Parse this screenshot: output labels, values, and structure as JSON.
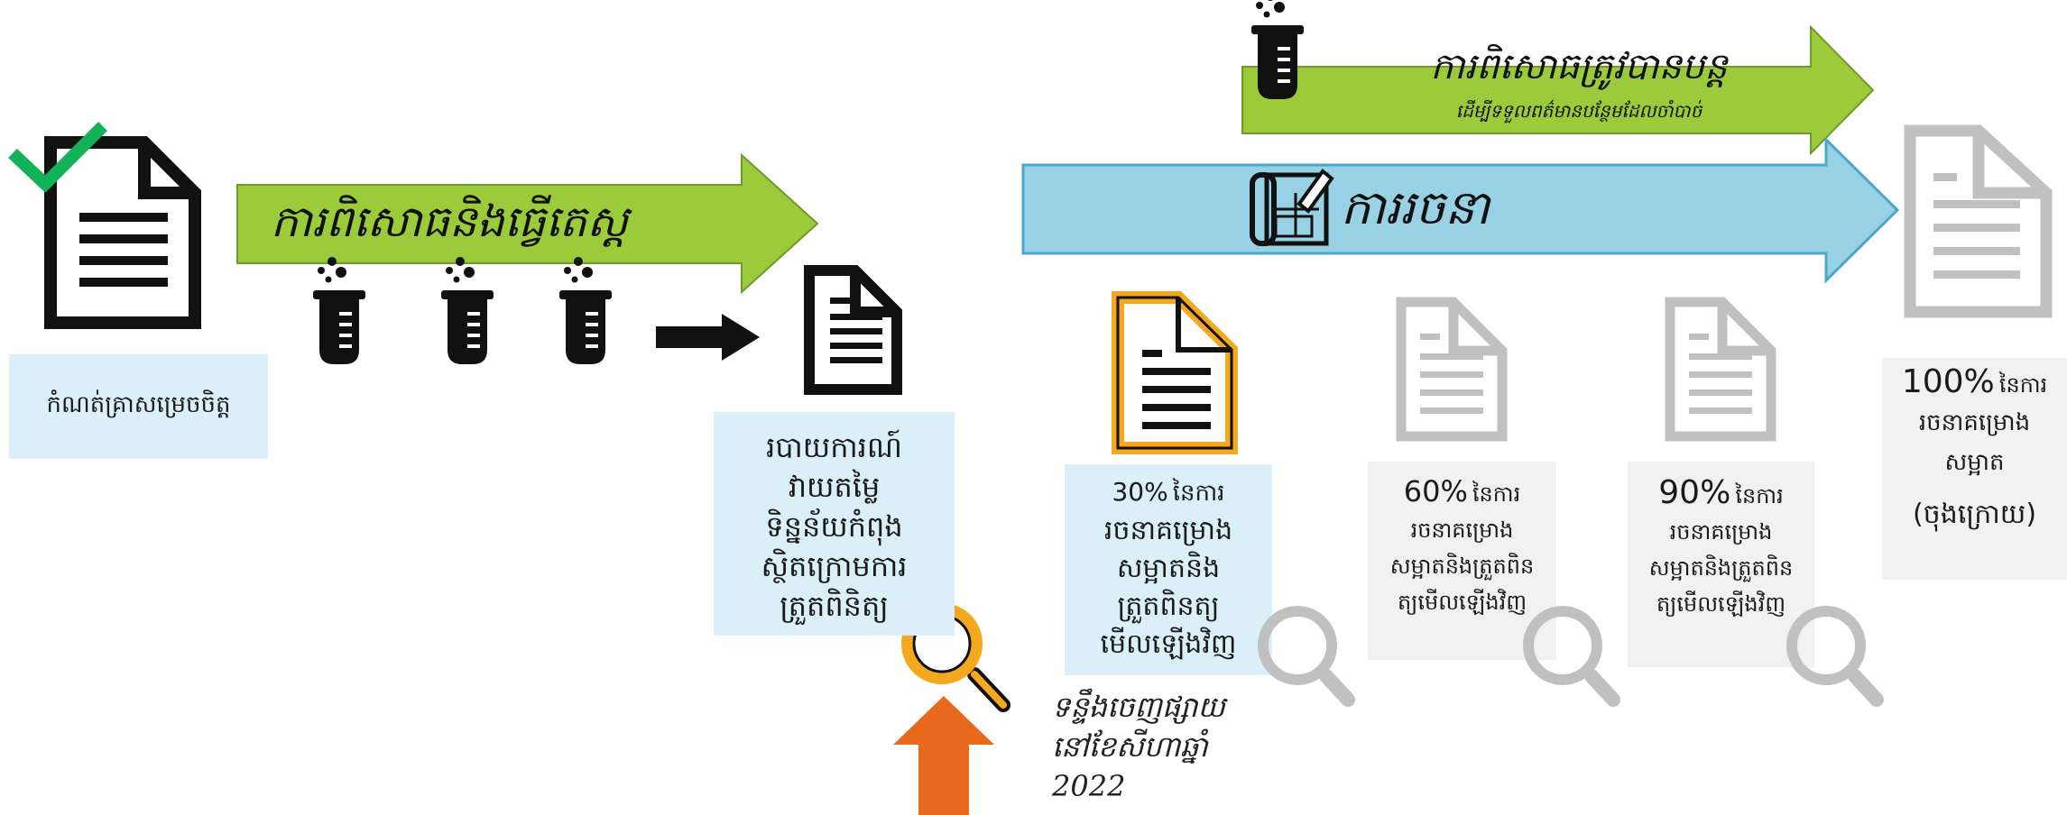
{
  "colors": {
    "arrow_green": "#9bcb3b",
    "arrow_green_edge": "#6f9a2a",
    "arrow_blue": "#97d1e3",
    "arrow_blue_edge": "#4aa7c8",
    "box_blue": "#dbeff9",
    "box_gray": "#f1f1f1",
    "check_green": "#12b358",
    "highlight_gold": "#f4a81d",
    "up_arrow_orange": "#e8681c",
    "inactive_gray": "#c0c0c0"
  },
  "icons": [
    "document-check-icon",
    "beaker-icon",
    "right-arrow-icon",
    "document-icon",
    "magnifier-icon",
    "blueprint-pencil-icon",
    "up-arrow-icon"
  ],
  "stage1": {
    "caption": "កំណត់គ្រាសម្រេចចិត្ត"
  },
  "arrow_testing": {
    "title": "ការពិសោធនិងធ្វើតេស្ត"
  },
  "stage2": {
    "caption_lines": [
      "របាយការណ៍",
      "វាយតម្លៃ",
      "ទិន្នន័យកំពុង",
      "ស្ថិតក្រោមការ",
      "ត្រួតពិនិត្យ"
    ]
  },
  "publish_note": {
    "lines": [
      "ទន្ទឹងចេញផ្សាយ",
      "នៅខែសីហាឆ្នាំ",
      "2022"
    ]
  },
  "arrow_continued": {
    "title": "ការពិសោធត្រូវបានបន្ត",
    "subtitle": "ដើម្បីទទួលពត៌មានបន្ថែមដែលចាំបាច់"
  },
  "arrow_design": {
    "title": "ការរចនា"
  },
  "stage_30": {
    "pct": "30%",
    "first": "នៃការ",
    "lines": [
      "រចនាគម្រោង",
      "សម្អាតនិង",
      "ត្រួតពិនត្យ",
      "មើលឡើងវិញ"
    ]
  },
  "stage_60": {
    "pct": "60%",
    "first": "នៃការ",
    "lines": [
      "រចនាគម្រោង",
      "សម្អាតនិងត្រួតពិន",
      "ត្យមើលឡើងវិញ"
    ]
  },
  "stage_90": {
    "pct": "90%",
    "first": "នៃការ",
    "lines": [
      "រចនាគម្រោង",
      "សម្អាតនិងត្រួតពិន",
      "ត្យមើលឡើងវិញ"
    ]
  },
  "stage_100": {
    "pct": "100%",
    "first": "នៃការ",
    "lines": [
      "រចនាគម្រោង",
      "សម្អាត",
      "(ចុងក្រោយ)"
    ]
  }
}
